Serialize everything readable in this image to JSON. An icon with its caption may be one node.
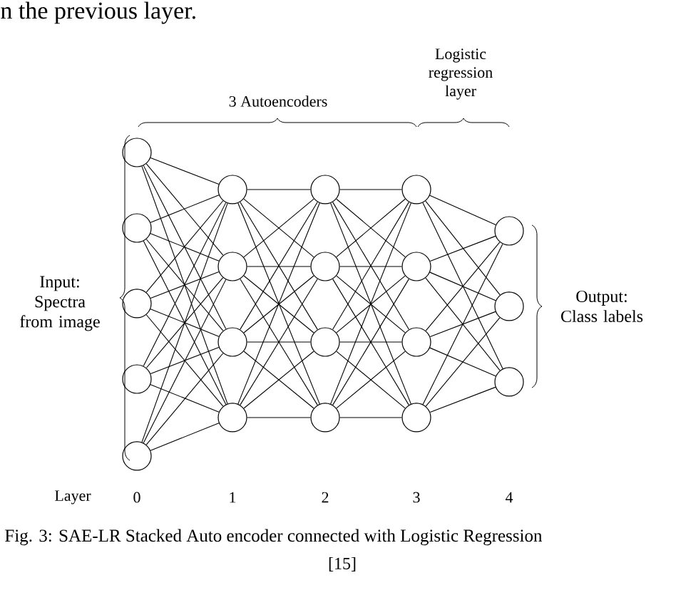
{
  "diagram": {
    "caption": "Fig. 3: SAE-LR Stacked Auto encoder connected with Logistic Regression",
    "nodes": [
      {
        "text": [],
        "shape": "circle"
      },
      {
        "text": [],
        "shape": "circle"
      },
      {
        "text": [],
        "shape": "circle"
      },
      {
        "text": [],
        "shape": "circle"
      },
      {
        "text": [],
        "shape": "circle"
      },
      {
        "text": [],
        "shape": "circle"
      },
      {
        "text": [],
        "shape": "circle"
      },
      {
        "text": [],
        "shape": "circle"
      },
      {
        "text": [],
        "shape": "circle"
      },
      {
        "text": [],
        "shape": "circle"
      },
      {
        "text": [],
        "shape": "circle"
      },
      {
        "text": [],
        "shape": "circle"
      },
      {
        "text": [],
        "shape": "circle"
      },
      {
        "text": [],
        "shape": "circle"
      },
      {
        "text": [],
        "shape": "circle"
      },
      {
        "text": [],
        "shape": "circle"
      },
      {
        "text": [],
        "shape": "circle"
      },
      {
        "text": [],
        "shape": "circle"
      },
      {
        "text": [],
        "shape": "circle"
      },
      {
        "text": [],
        "shape": "circle"
      }
    ],
    "edges": [
      {
        "from": 0,
        "to": 5,
        "arrow": "none"
      },
      {
        "from": 0,
        "to": 6,
        "arrow": "none"
      },
      {
        "from": 0,
        "to": 7,
        "arrow": "none"
      },
      {
        "from": 0,
        "to": 8,
        "arrow": "none"
      },
      {
        "from": 1,
        "to": 5,
        "arrow": "none"
      },
      {
        "from": 1,
        "to": 6,
        "arrow": "none"
      },
      {
        "from": 1,
        "to": 7,
        "arrow": "none"
      },
      {
        "from": 1,
        "to": 8,
        "arrow": "none"
      },
      {
        "from": 2,
        "to": 5,
        "arrow": "none"
      },
      {
        "from": 2,
        "to": 6,
        "arrow": "none"
      },
      {
        "from": 2,
        "to": 7,
        "arrow": "none"
      },
      {
        "from": 2,
        "to": 8,
        "arrow": "none"
      },
      {
        "from": 3,
        "to": 5,
        "arrow": "none"
      },
      {
        "from": 3,
        "to": 6,
        "arrow": "none"
      },
      {
        "from": 3,
        "to": 7,
        "arrow": "none"
      },
      {
        "from": 3,
        "to": 8,
        "arrow": "none"
      },
      {
        "from": 4,
        "to": 5,
        "arrow": "none"
      },
      {
        "from": 4,
        "to": 6,
        "arrow": "none"
      },
      {
        "from": 4,
        "to": 7,
        "arrow": "none"
      },
      {
        "from": 4,
        "to": 8,
        "arrow": "none"
      },
      {
        "from": 5,
        "to": 9,
        "arrow": "none"
      },
      {
        "from": 5,
        "to": 10,
        "arrow": "none"
      },
      {
        "from": 5,
        "to": 11,
        "arrow": "none"
      },
      {
        "from": 5,
        "to": 12,
        "arrow": "none"
      },
      {
        "from": 6,
        "to": 9,
        "arrow": "none"
      },
      {
        "from": 6,
        "to": 10,
        "arrow": "none"
      },
      {
        "from": 6,
        "to": 11,
        "arrow": "none"
      },
      {
        "from": 6,
        "to": 12,
        "arrow": "none"
      },
      {
        "from": 7,
        "to": 9,
        "arrow": "none"
      },
      {
        "from": 7,
        "to": 10,
        "arrow": "none"
      },
      {
        "from": 7,
        "to": 11,
        "arrow": "none"
      },
      {
        "from": 7,
        "to": 12,
        "arrow": "none"
      },
      {
        "from": 8,
        "to": 9,
        "arrow": "none"
      },
      {
        "from": 8,
        "to": 10,
        "arrow": "none"
      },
      {
        "from": 8,
        "to": 11,
        "arrow": "none"
      },
      {
        "from": 8,
        "to": 12,
        "arrow": "none"
      },
      {
        "from": 9,
        "to": 13,
        "arrow": "none"
      },
      {
        "from": 9,
        "to": 14,
        "arrow": "none"
      },
      {
        "from": 9,
        "to": 15,
        "arrow": "none"
      },
      {
        "from": 9,
        "to": 16,
        "arrow": "none"
      },
      {
        "from": 10,
        "to": 13,
        "arrow": "none"
      },
      {
        "from": 10,
        "to": 14,
        "arrow": "none"
      },
      {
        "from": 10,
        "to": 15,
        "arrow": "none"
      },
      {
        "from": 10,
        "to": 16,
        "arrow": "none"
      },
      {
        "from": 11,
        "to": 13,
        "arrow": "none"
      },
      {
        "from": 11,
        "to": 14,
        "arrow": "none"
      },
      {
        "from": 11,
        "to": 15,
        "arrow": "none"
      },
      {
        "from": 11,
        "to": 16,
        "arrow": "none"
      },
      {
        "from": 12,
        "to": 13,
        "arrow": "none"
      },
      {
        "from": 12,
        "to": 14,
        "arrow": "none"
      },
      {
        "from": 12,
        "to": 15,
        "arrow": "none"
      },
      {
        "from": 12,
        "to": 16,
        "arrow": "none"
      },
      {
        "from": 13,
        "to": 17,
        "arrow": "none"
      },
      {
        "from": 13,
        "to": 18,
        "arrow": "none"
      },
      {
        "from": 13,
        "to": 19,
        "arrow": "none"
      },
      {
        "from": 14,
        "to": 17,
        "arrow": "none"
      },
      {
        "from": 14,
        "to": 18,
        "arrow": "none"
      },
      {
        "from": 14,
        "to": 19,
        "arrow": "none"
      },
      {
        "from": 15,
        "to": 17,
        "arrow": "none"
      },
      {
        "from": 15,
        "to": 18,
        "arrow": "none"
      },
      {
        "from": 15,
        "to": 19,
        "arrow": "none"
      },
      {
        "from": 16,
        "to": 17,
        "arrow": "none"
      },
      {
        "from": 16,
        "to": 18,
        "arrow": "none"
      },
      {
        "from": 16,
        "to": 19,
        "arrow": "none"
      }
    ],
    "labels": [
      "n the previous layer.",
      "Logistic regression layer",
      "3 Autoencoders",
      "Input: Spectra from image",
      "Output: Class labels",
      "Layer",
      "0",
      "1",
      "2",
      "3",
      "4",
      "[15]"
    ]
  }
}
